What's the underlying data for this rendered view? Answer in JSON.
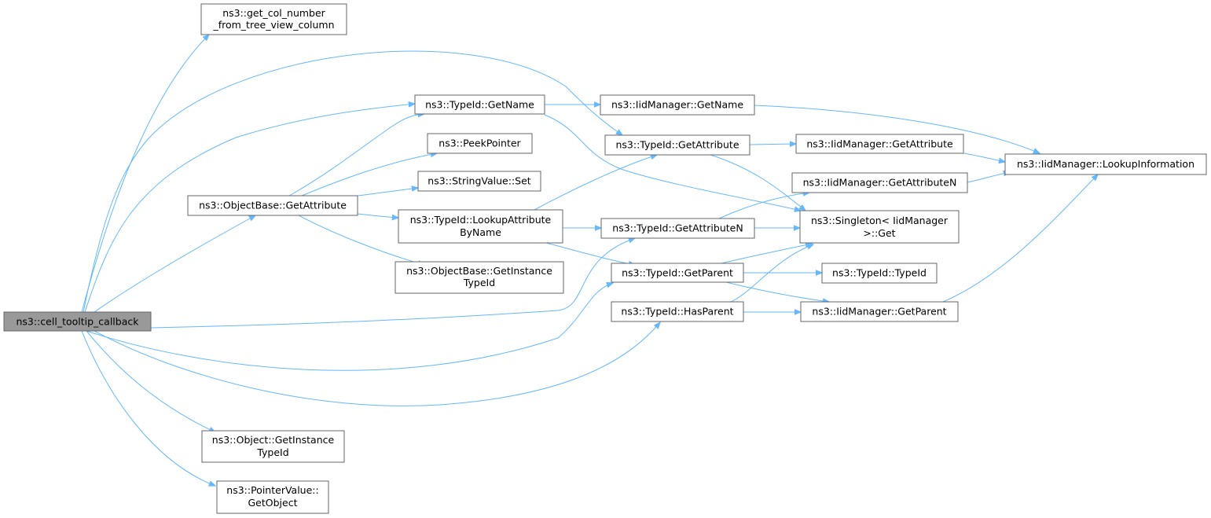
{
  "diagram": {
    "kind": "call-graph",
    "nodes": {
      "cell_tooltip_callback": [
        "ns3::cell_tooltip_callback"
      ],
      "get_col_number": [
        "ns3::get_col_number",
        "_from_tree_view_column"
      ],
      "typeid_getname": [
        "ns3::TypeId::GetName"
      ],
      "peekpointer": [
        "ns3::PeekPointer"
      ],
      "stringvalue_set": [
        "ns3::StringValue::Set"
      ],
      "objectbase_getattribute": [
        "ns3::ObjectBase::GetAttribute"
      ],
      "typeid_lookupattribute": [
        "ns3::TypeId::LookupAttribute",
        "ByName"
      ],
      "objectbase_getinstancetypeid": [
        "ns3::ObjectBase::GetInstance",
        "TypeId"
      ],
      "object_getinstancetypeid": [
        "ns3::Object::GetInstance",
        "TypeId"
      ],
      "pointervalue_getobject": [
        "ns3::PointerValue::",
        "GetObject"
      ],
      "iidmanager_getname": [
        "ns3::IidManager::GetName"
      ],
      "typeid_getattribute": [
        "ns3::TypeId::GetAttribute"
      ],
      "typeid_getattributen": [
        "ns3::TypeId::GetAttributeN"
      ],
      "typeid_getparent": [
        "ns3::TypeId::GetParent"
      ],
      "typeid_hasparent": [
        "ns3::TypeId::HasParent"
      ],
      "iidmanager_getattribute": [
        "ns3::IidManager::GetAttribute"
      ],
      "iidmanager_getattributen": [
        "ns3::IidManager::GetAttributeN"
      ],
      "singleton_get": [
        "ns3::Singleton< IidManager",
        ">::Get"
      ],
      "typeid_typeid": [
        "ns3::TypeId::TypeId"
      ],
      "iidmanager_getparent": [
        "ns3::IidManager::GetParent"
      ],
      "iidmanager_lookupinformation": [
        "ns3::IidManager::LookupInformation"
      ]
    },
    "colors": {
      "edge": "#63b8ff",
      "root_fill": "#999999",
      "node_fill": "#ffffff",
      "node_stroke": "#666666"
    }
  }
}
